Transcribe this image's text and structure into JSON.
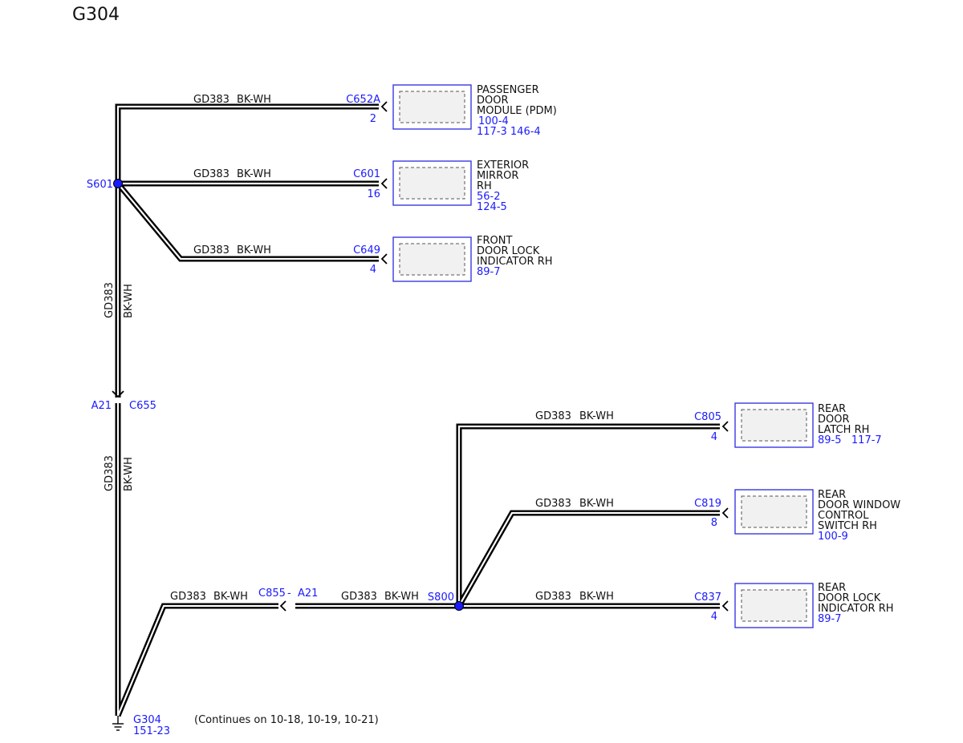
{
  "title": "G304",
  "colors": {
    "wire": "#000000",
    "label_blue": "#1a1aff",
    "box_border": "#2a2ae0"
  },
  "wire": {
    "circuit": "GD383",
    "color": "BK-WH"
  },
  "splices": {
    "s601": {
      "label": "S601"
    },
    "s800": {
      "label": "S800"
    }
  },
  "inline_connectors": {
    "c655": {
      "pin": "A21",
      "name": "C655"
    },
    "c855": {
      "name": "C855",
      "sep": "-",
      "pin": "A21"
    }
  },
  "ground": {
    "label": "G304",
    "ref": "151-23"
  },
  "continues_note": "(Continues on 10-18, 10-19, 10-21)",
  "components": [
    {
      "connector": "C652A",
      "pin": "2",
      "name_lines": [
        "PASSENGER",
        "DOOR",
        "MODULE (PDM)"
      ],
      "refs": [
        "100-4",
        "117-3 146-4"
      ]
    },
    {
      "connector": "C601",
      "pin": "16",
      "name_lines": [
        "EXTERIOR",
        "MIRROR",
        "RH"
      ],
      "refs": [
        "56-2",
        "124-5"
      ]
    },
    {
      "connector": "C649",
      "pin": "4",
      "name_lines": [
        "FRONT",
        "DOOR LOCK",
        "INDICATOR RH"
      ],
      "refs": [
        "89-7"
      ]
    },
    {
      "connector": "C805",
      "pin": "4",
      "name_lines": [
        "REAR",
        "DOOR",
        "LATCH RH"
      ],
      "refs": [
        "89-5   117-7"
      ]
    },
    {
      "connector": "C819",
      "pin": "8",
      "name_lines": [
        "REAR",
        "DOOR WINDOW",
        "CONTROL",
        "SWITCH RH"
      ],
      "refs": [
        "100-9"
      ]
    },
    {
      "connector": "C837",
      "pin": "4",
      "name_lines": [
        "REAR",
        "DOOR LOCK",
        "INDICATOR RH"
      ],
      "refs": [
        "89-7"
      ]
    }
  ]
}
